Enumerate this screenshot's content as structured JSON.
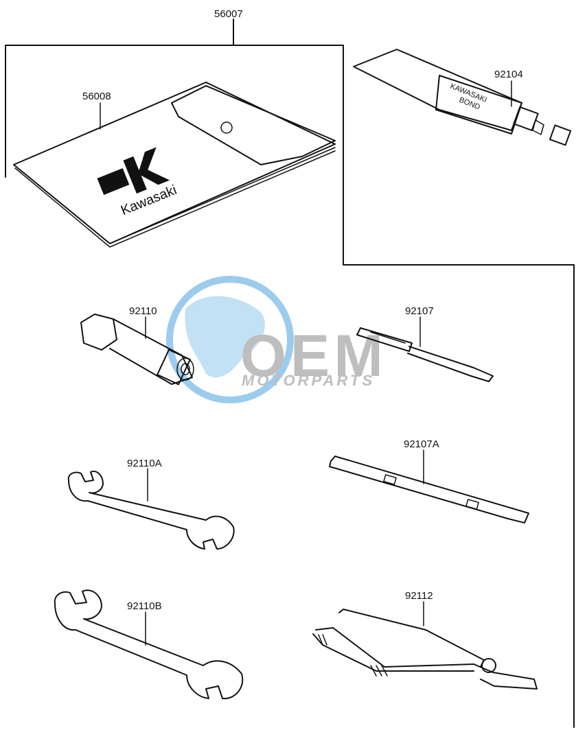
{
  "diagram": {
    "parts": [
      {
        "key": "kit",
        "number": "56007"
      },
      {
        "key": "pouch",
        "number": "56008"
      },
      {
        "key": "bond-tube",
        "number": "92104"
      },
      {
        "key": "socket-wrench",
        "number": "92110"
      },
      {
        "key": "screwdriver",
        "number": "92107"
      },
      {
        "key": "wrench-a",
        "number": "92110A"
      },
      {
        "key": "handle",
        "number": "92107A"
      },
      {
        "key": "wrench-b",
        "number": "92110B"
      },
      {
        "key": "pliers",
        "number": "92112"
      }
    ],
    "pouch_logo_text": "Kawasaki",
    "tube_print": [
      "KAWASAKI",
      "BOND"
    ]
  },
  "watermark": {
    "brand": "OEM",
    "subtitle": "MOTORPARTS",
    "colors": {
      "globe": "#4aa3e0",
      "text": "#8a8a8a"
    }
  }
}
